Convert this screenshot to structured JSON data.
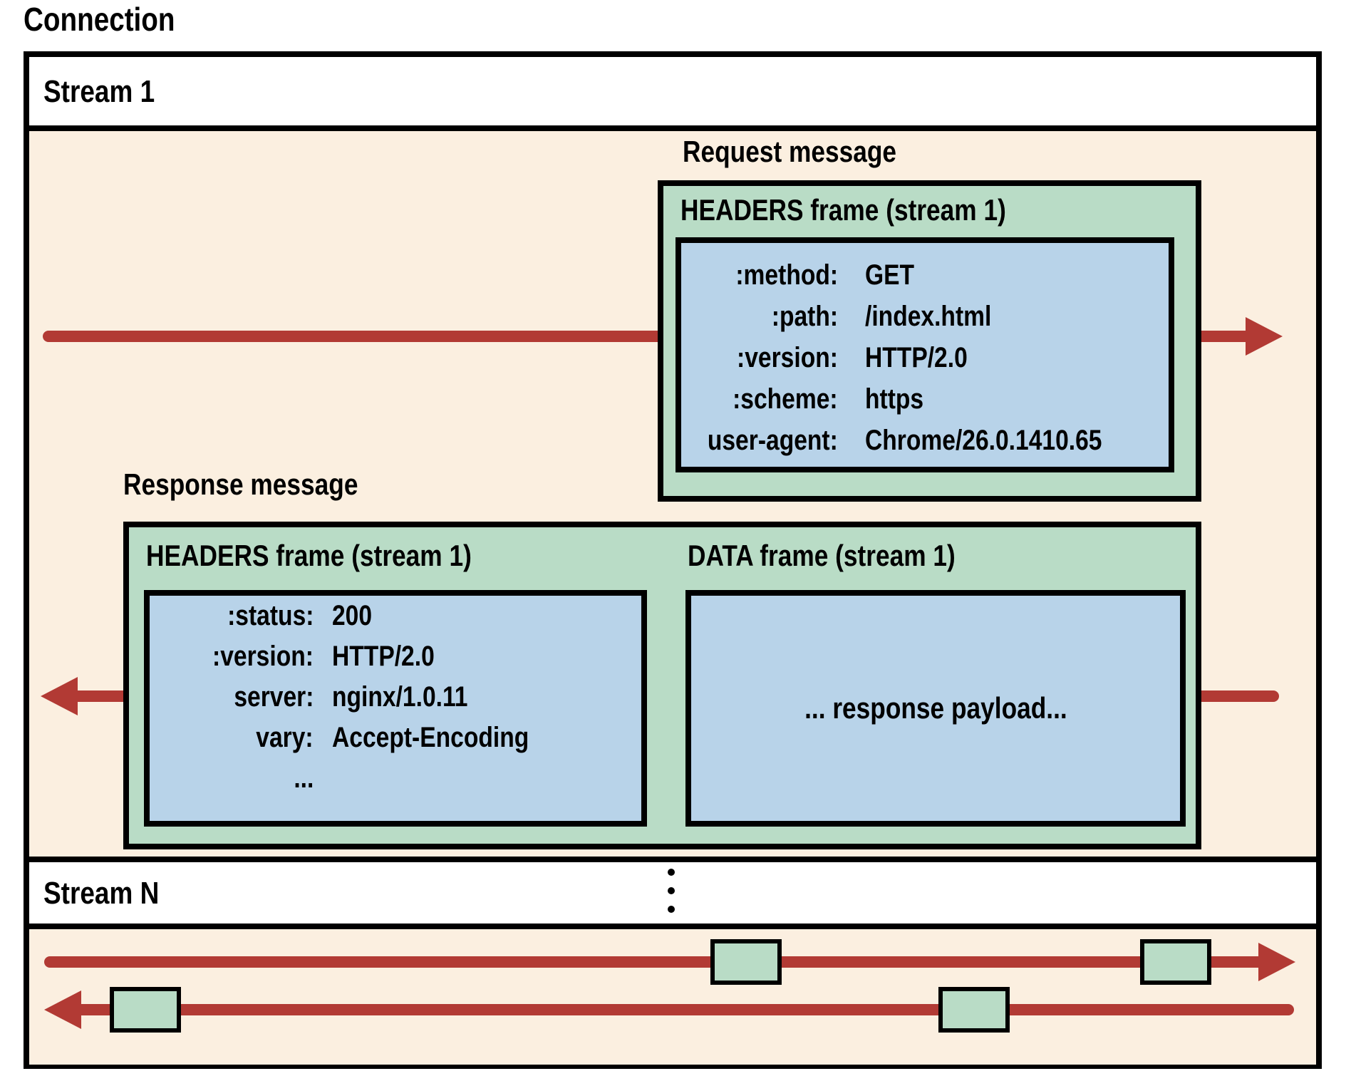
{
  "connection": {
    "label": "Connection"
  },
  "stream1": {
    "label": "Stream 1",
    "request": {
      "label": "Request message",
      "frame_title": "HEADERS frame (stream 1)",
      "headers": [
        {
          "key": ":method:",
          "value": "GET"
        },
        {
          "key": ":path:",
          "value": "/index.html"
        },
        {
          "key": ":version:",
          "value": "HTTP/2.0"
        },
        {
          "key": ":scheme:",
          "value": "https"
        },
        {
          "key": "user-agent:",
          "value": "Chrome/26.0.1410.65"
        }
      ]
    },
    "response": {
      "label": "Response message",
      "headers_frame_title": "HEADERS frame (stream 1)",
      "data_frame_title": "DATA frame (stream 1)",
      "headers": [
        {
          "key": ":status:",
          "value": "200"
        },
        {
          "key": ":version:",
          "value": "HTTP/2.0"
        },
        {
          "key": "server:",
          "value": "nginx/1.0.11"
        },
        {
          "key": "vary:",
          "value": "Accept-Encoding"
        },
        {
          "key": "...",
          "value": ""
        }
      ],
      "data_payload": "... response payload..."
    }
  },
  "streamN": {
    "label": "Stream N"
  },
  "icons": {
    "vertical_ellipsis": "vertical-ellipsis"
  },
  "colors": {
    "background": "#fbefe0",
    "frame_green": "#b9dcc6",
    "payload_blue": "#b8d3e9",
    "arrow_red": "#b23a34",
    "border_black": "#000000"
  }
}
